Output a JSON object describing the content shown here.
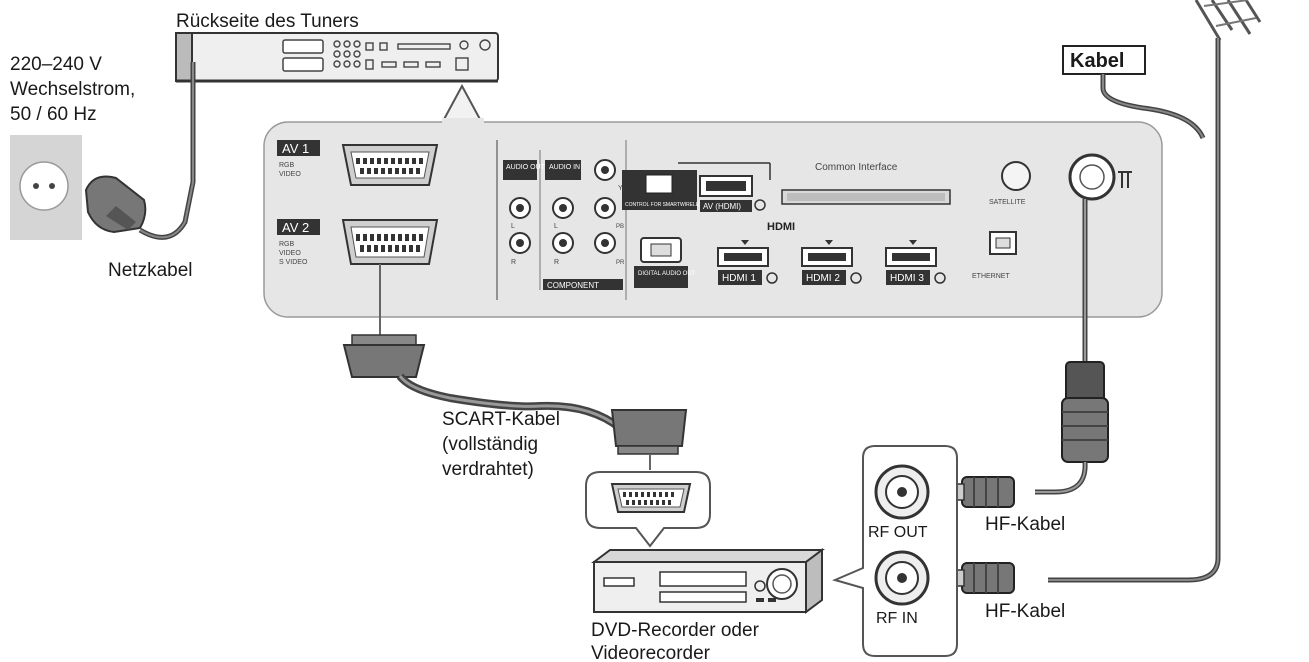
{
  "labels": {
    "tuner_back": "Rückseite des Tuners",
    "power_line1": "220–240 V",
    "power_line2": "Wechselstrom,",
    "power_line3": "50 / 60 Hz",
    "mains_cable": "Netzkabel",
    "cable_tag": "Kabel",
    "scart_line1": "SCART-Kabel",
    "scart_line2": "(vollständig",
    "scart_line3": "verdrahtet)",
    "rf_out": "RF OUT",
    "rf_in": "RF IN",
    "hf_cable_1": "HF-Kabel",
    "hf_cable_2": "HF-Kabel",
    "recorder_line1": "DVD-Recorder oder",
    "recorder_line2": "Videorecorder"
  },
  "panel": {
    "av1": "AV 1",
    "av1_sub1": "RGB",
    "av1_sub2": "VIDEO",
    "av2": "AV 2",
    "av2_sub1": "RGB",
    "av2_sub2": "VIDEO",
    "av2_sub3": "S VIDEO",
    "audio_out": "AUDIO OUT",
    "audio_in": "AUDIO IN",
    "y": "Y",
    "l1": "L",
    "l2": "L",
    "r1": "R",
    "r2": "R",
    "pb": "PB",
    "pr": "PR",
    "component": "COMPONENT",
    "digital_audio_out": "DIGITAL AUDIO OUT",
    "control_module": "CONTROL FOR SMARTWIRELESS TRANSMITTER",
    "av_hdmi": "AV (HDMI)",
    "common_interface": "Common Interface",
    "hdmi_logo": "HDMI",
    "hdmi1": "HDMI 1",
    "hdmi2": "HDMI 2",
    "hdmi3": "HDMI 3",
    "satellite": "SATELLITE",
    "ethernet": "ETHERNET"
  },
  "icons": [
    "power-outlet-icon",
    "mains-plug-icon",
    "antenna-icon",
    "scart-plug-icon",
    "rf-plug-icon",
    "recorder-icon",
    "tuner-icon"
  ],
  "colors": {
    "ink": "#1a1a1a",
    "panel": "#e6e6e6",
    "panel_dark": "#3a3a3a",
    "cable": "#555555",
    "outlet": "#d5d5d5"
  }
}
